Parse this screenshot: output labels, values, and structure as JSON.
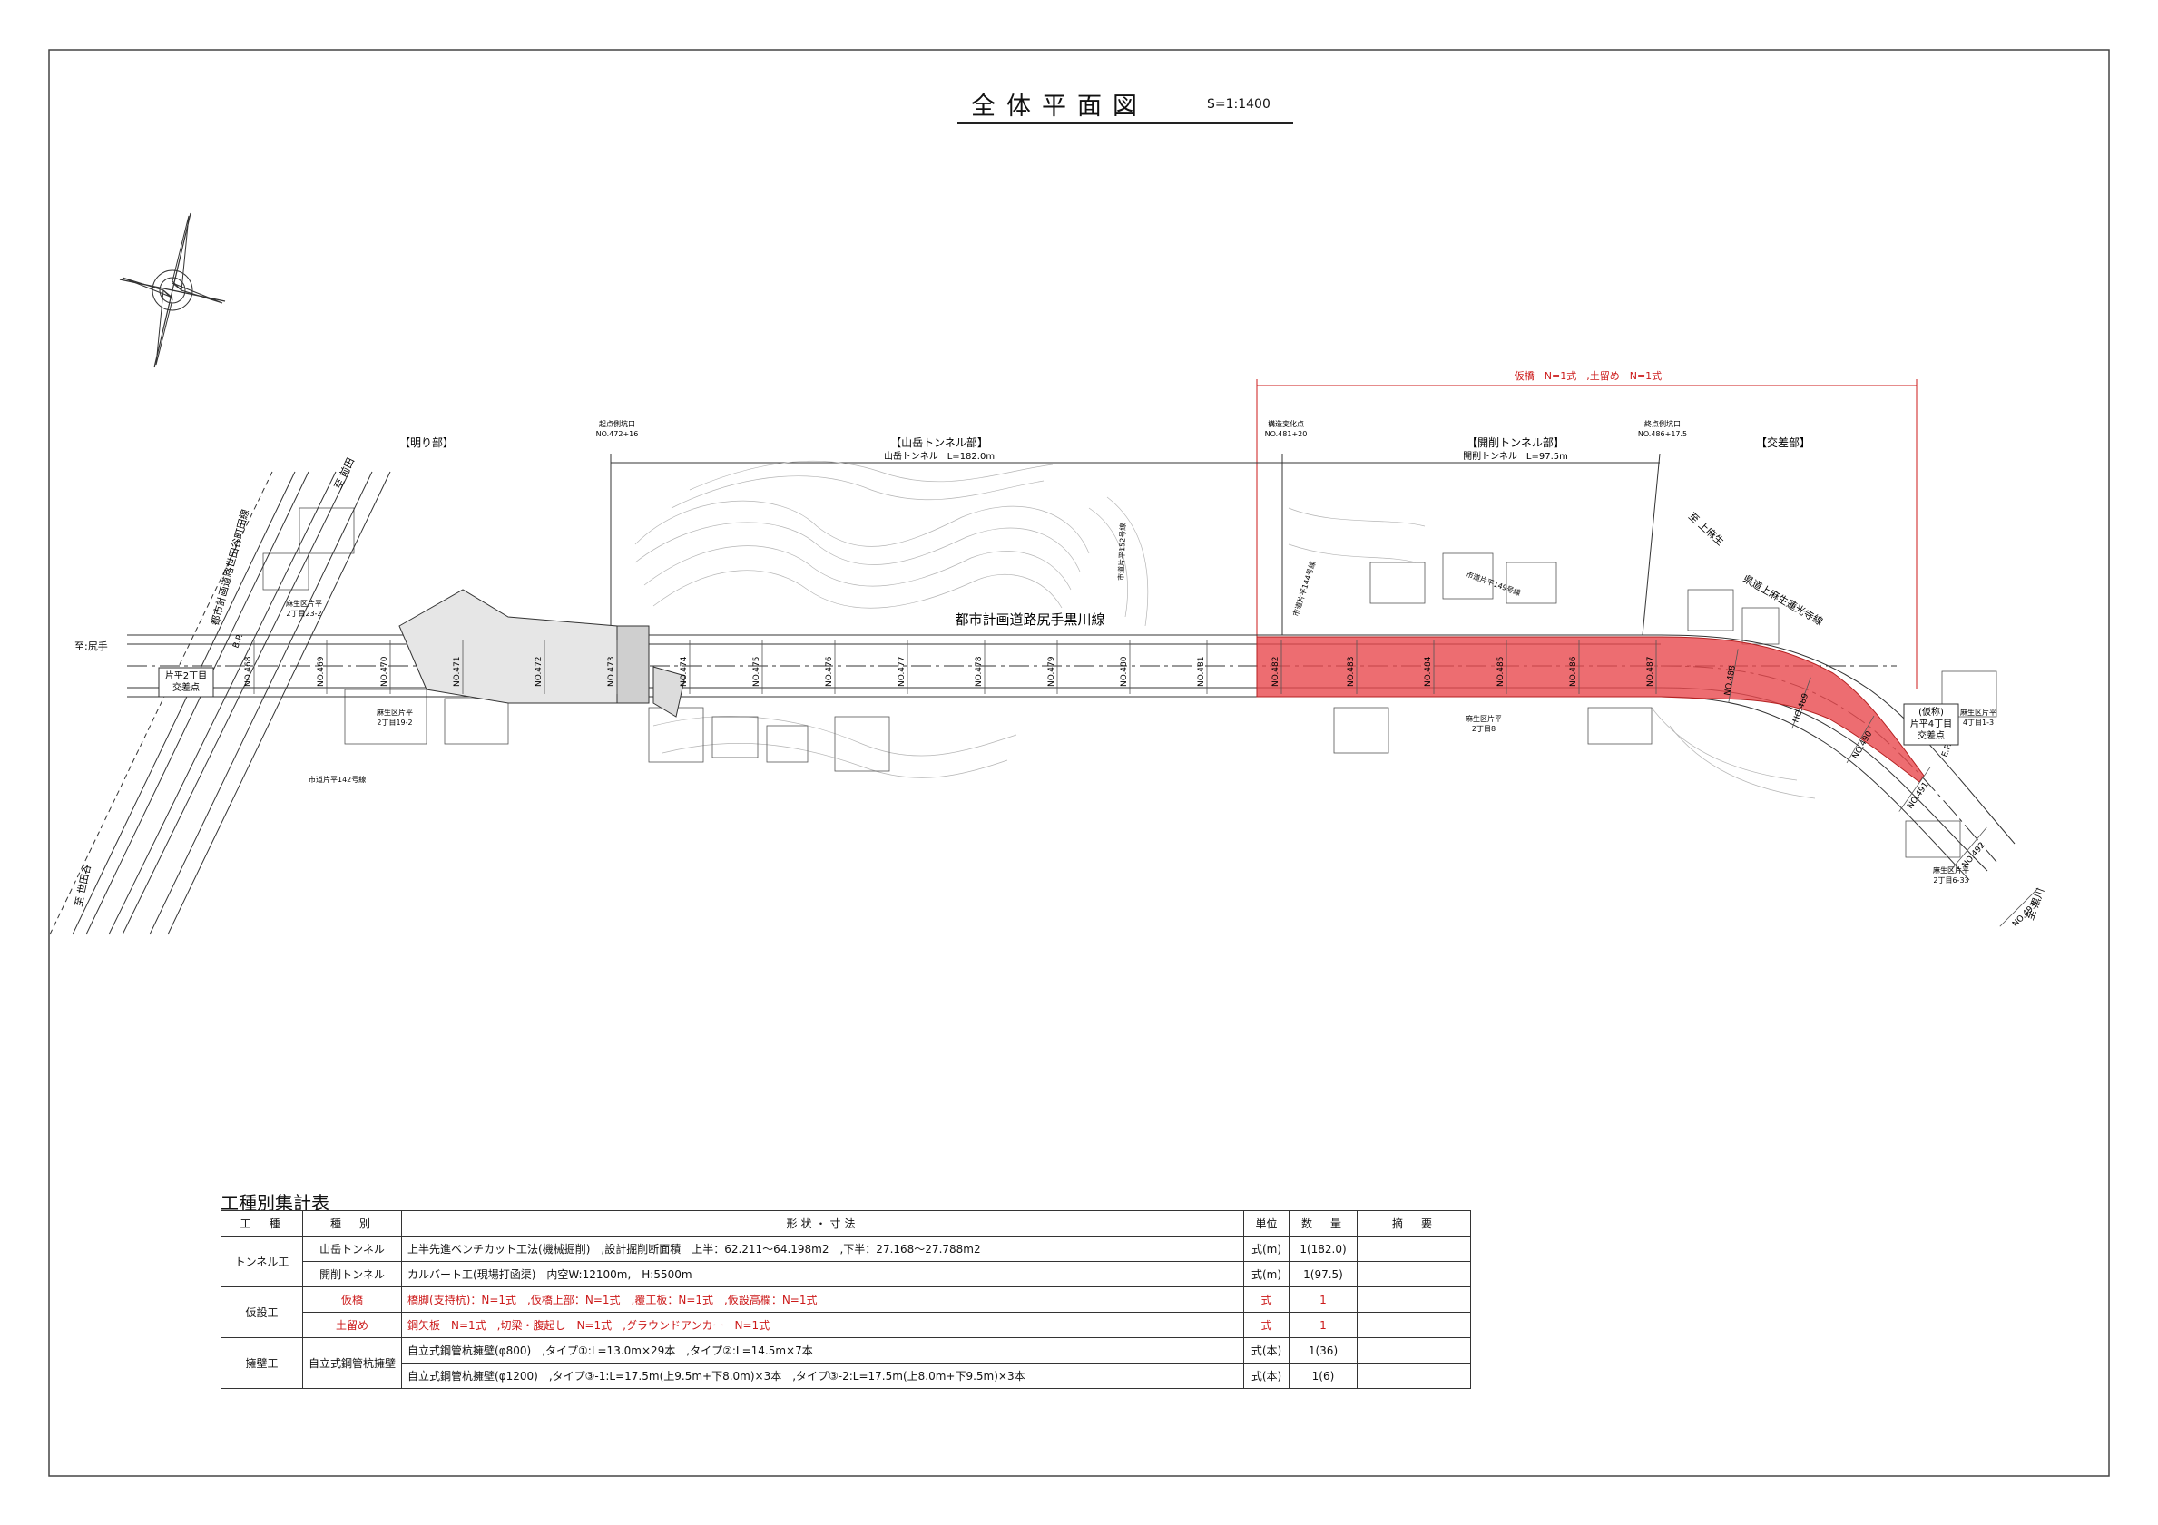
{
  "title": {
    "main": "全体平面図",
    "scale": "S=1:1400"
  },
  "sections": {
    "akari": "【明り部】",
    "yamatake": "【山岳トンネル部】",
    "yamatake_len": "山岳トンネル　L=182.0m",
    "kaisaku": "【開削トンネル部】",
    "kaisaku_len": "開削トンネル　L=97.5m",
    "kousa": "【交差部】",
    "kasetsu_span": "仮橋　N=1式　,土留め　N=1式"
  },
  "road_name": "都市計画道路尻手黒川線",
  "stations": [
    "NO.468",
    "NO.469",
    "NO.470",
    "NO.471",
    "NO.472",
    "NO.473",
    "NO.474",
    "NO.475",
    "NO.476",
    "NO.477",
    "NO.478",
    "NO.479",
    "NO.480",
    "NO.481",
    "NO.482",
    "NO.483",
    "NO.484",
    "NO.485",
    "NO.486",
    "NO.487",
    "NO.488",
    "NO.489",
    "NO.490",
    "NO.491",
    "NO.492",
    "NO.493"
  ],
  "map_labels": {
    "to_shitte": "至:尻手",
    "to_setagaya": "至 世田谷",
    "to_maeda": "至 前田",
    "to_kurokawa": "至 黒川",
    "to_kamiasao": "至 上麻生",
    "left_road": "都市計画道路世田谷町田線",
    "right_road": "県道上麻生蓮光寺線",
    "left_cross": "片平2丁目\n交差点",
    "right_cross": "(仮称)\n片平4丁目\n交差点",
    "bp": "B.P.",
    "ep": "E.P.",
    "addr_1": "麻生区片平\n2丁目23-2",
    "addr_2": "麻生区片平\n2丁目19-2",
    "addr_3": "麻生区片平\n2丁目8",
    "addr_4": "麻生区片平\n4丁目1-3",
    "addr_5": "麻生区片平\n2丁目6-33",
    "road_142": "市道片平142号線",
    "road_152": "市道片平152号線",
    "road_144": "市道片平144号線",
    "road_149": "市道片平149号線",
    "tunnel_start": "起点側坑口\nNO.472+16",
    "structure_change": "構造変化点\nNO.481+20",
    "end_portal": "終点側坑口\nNO.486+17.5"
  },
  "table": {
    "title": "工種別集計表",
    "headers": [
      "工　種",
      "種　別",
      "形状・寸法",
      "単位",
      "数　量",
      "摘　要"
    ],
    "rows": [
      {
        "type": "トンネル工",
        "kind": "山岳トンネル",
        "spec": "上半先進ベンチカット工法(機械掘削)　,設計掘削断面積　上半：62.211～64.198m2　,下半：27.168～27.788m2",
        "unit": "式(m)",
        "qty": "1(182.0)",
        "note": "",
        "red": false
      },
      {
        "type": "",
        "kind": "開削トンネル",
        "spec": "カルバート工(現場打函渠)　内空W:12100m,　H:5500m",
        "unit": "式(m)",
        "qty": "1(97.5)",
        "note": "",
        "red": false
      },
      {
        "type": "仮設工",
        "kind": "仮橋",
        "spec": "橋脚(支持杭)：N=1式　,仮橋上部：N=1式　,覆工板：N=1式　,仮設高欄：N=1式",
        "unit": "式",
        "qty": "1",
        "note": "",
        "red": true
      },
      {
        "type": "",
        "kind": "土留め",
        "spec": "鋼矢板　N=1式　,切梁・腹起し　N=1式　,グラウンドアンカー　N=1式",
        "unit": "式",
        "qty": "1",
        "note": "",
        "red": true
      },
      {
        "type": "擁壁工",
        "kind": "自立式鋼管杭擁壁",
        "spec": "自立式鋼管杭擁壁(φ800)　,タイプ①:L=13.0m×29本　,タイプ②:L=14.5m×7本",
        "unit": "式(本)",
        "qty": "1(36)",
        "note": "",
        "red": false
      },
      {
        "type": "",
        "kind": "",
        "spec": "自立式鋼管杭擁壁(φ1200)　,タイプ③-1:L=17.5m(上9.5m+下8.0m)×3本　,タイプ③-2:L=17.5m(上8.0m+下9.5m)×3本",
        "unit": "式(本)",
        "qty": "1(6)",
        "note": "",
        "red": false
      }
    ]
  },
  "colors": {
    "highlight": "#e8484e",
    "accent_red": "#cc1a1a",
    "line": "#333333"
  }
}
